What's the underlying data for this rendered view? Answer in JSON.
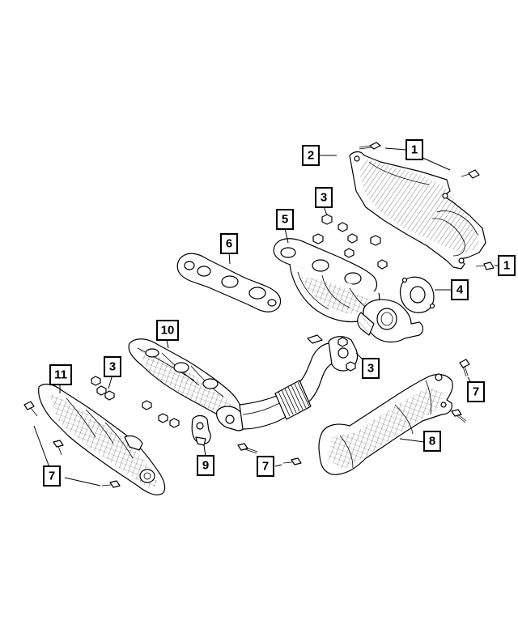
{
  "diagram": {
    "callouts": [
      {
        "id": "c1a",
        "label": "1"
      },
      {
        "id": "c1b",
        "label": "1"
      },
      {
        "id": "c2",
        "label": "2"
      },
      {
        "id": "c3a",
        "label": "3"
      },
      {
        "id": "c3b",
        "label": "3"
      },
      {
        "id": "c3c",
        "label": "3"
      },
      {
        "id": "c4",
        "label": "4"
      },
      {
        "id": "c5",
        "label": "5"
      },
      {
        "id": "c6",
        "label": "6"
      },
      {
        "id": "c7a",
        "label": "7"
      },
      {
        "id": "c7b",
        "label": "7"
      },
      {
        "id": "c7c",
        "label": "7"
      },
      {
        "id": "c8",
        "label": "8"
      },
      {
        "id": "c9",
        "label": "9"
      },
      {
        "id": "c10",
        "label": "10"
      },
      {
        "id": "c11",
        "label": "11"
      }
    ]
  }
}
